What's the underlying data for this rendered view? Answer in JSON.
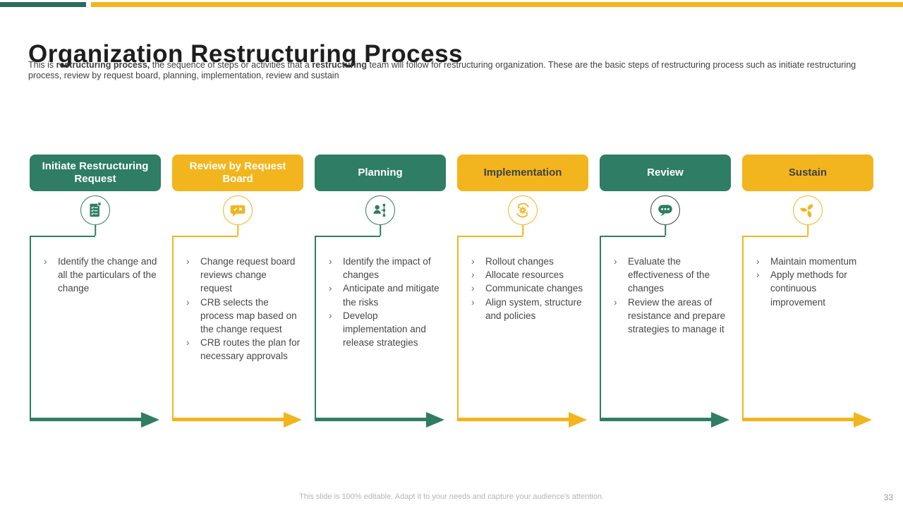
{
  "header": {
    "title": "Organization Restructuring Process",
    "subtitle_segments": [
      {
        "text": "This is ",
        "bold": false
      },
      {
        "text": "restructuring process,",
        "bold": true
      },
      {
        "text": " the sequence of steps or activities that a ",
        "bold": false
      },
      {
        "text": "restructuring",
        "bold": true
      },
      {
        "text": " team will follow for restructuring organization. These are the basic steps of restructuring process such as initiate restructuring process, review by request board, planning, implementation, review and sustain",
        "bold": false
      }
    ]
  },
  "colors": {
    "green": "#2e7d64",
    "yellow": "#f2b51d",
    "topbar_teal": "#2d6a60",
    "dark_header_text": "#3f4144",
    "body_text": "#474747",
    "review_ring": "#3d4742"
  },
  "steps": [
    {
      "title": "Initiate  Restructuring Request",
      "color": "green",
      "title_style": "light",
      "icon": "checklist-icon",
      "bullets": [
        "Identify the change and all the particulars of the change"
      ]
    },
    {
      "title": "Review by Request Board",
      "color": "yellow",
      "title_style": "light",
      "icon": "chat-approve-reject-icon",
      "bullets": [
        "Change request board  reviews change request",
        "CRB  selects the process map based on  the change request",
        "CRB routes the plan for necessary approvals"
      ]
    },
    {
      "title": "Planning",
      "color": "green",
      "title_style": "light",
      "icon": "person-orgchart-icon",
      "bullets": [
        "Identify the impact of changes",
        "Anticipate and mitigate the risks",
        "Develop implementation and release strategies"
      ]
    },
    {
      "title": "Implementation",
      "color": "yellow",
      "title_style": "dark",
      "icon": "gear-process-icon",
      "bullets": [
        "Rollout  changes",
        "Allocate resources",
        "Communicate changes",
        "Align system, structure  and policies"
      ]
    },
    {
      "title": "Review",
      "color": "green",
      "title_style": "light",
      "icon": "chat-stars-icon",
      "ring_color": "#3d4742",
      "bullets": [
        "Evaluate the effectiveness of the changes",
        "Review the areas of resistance and prepare  strategies to manage it"
      ]
    },
    {
      "title": "Sustain",
      "color": "yellow",
      "title_style": "dark",
      "icon": "steering-leaf-icon",
      "bullets": [
        "Maintain momentum",
        "Apply methods  for continuous improvement"
      ]
    }
  ],
  "footer": {
    "note": "This slide is 100% editable. Adapt it to your needs and capture your audience's attention.",
    "page_number": "33"
  }
}
